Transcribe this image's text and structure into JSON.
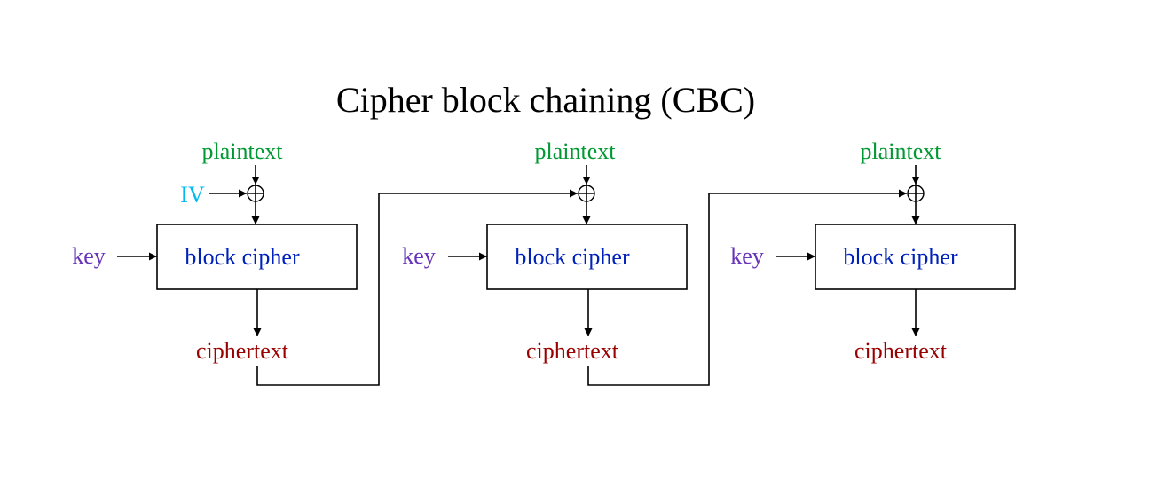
{
  "title": "Cipher block chaining (CBC)",
  "colors": {
    "plaintext": "#009933",
    "iv": "#00bbee",
    "key": "#6633bb",
    "block_cipher": "#0022bb",
    "ciphertext": "#990000",
    "lines": "#000000"
  },
  "iv_label": "IV",
  "stages": [
    {
      "plaintext": "plaintext",
      "key": "key",
      "block_cipher": "block cipher",
      "ciphertext": "ciphertext"
    },
    {
      "plaintext": "plaintext",
      "key": "key",
      "block_cipher": "block cipher",
      "ciphertext": "ciphertext"
    },
    {
      "plaintext": "plaintext",
      "key": "key",
      "block_cipher": "block cipher",
      "ciphertext": "ciphertext"
    }
  ]
}
